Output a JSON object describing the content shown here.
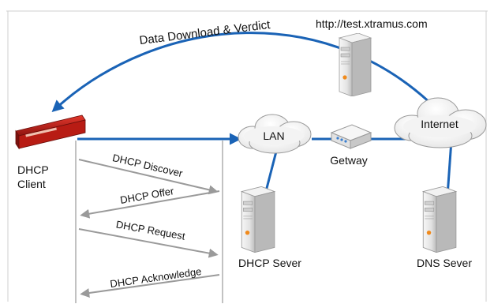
{
  "labels": {
    "url": "http://test.xtramus.com",
    "download": "Data Download & Verdict",
    "client_line1": "DHCP",
    "client_line2": "Client",
    "lan": "LAN",
    "internet": "Internet",
    "gateway": "Getway",
    "dhcp_server": "DHCP Sever",
    "dns_server": "DNS Sever"
  },
  "messages": [
    {
      "text": "DHCP Discover",
      "direction": "right"
    },
    {
      "text": "DHCP Offer",
      "direction": "left"
    },
    {
      "text": "DHCP Request",
      "direction": "right"
    },
    {
      "text": "DHCP Acknowledge",
      "direction": "left"
    }
  ],
  "colors": {
    "link": "#1a63b6",
    "message_arrow": "#9a9a9a",
    "device": "#c01d14",
    "server": "#e6e6e6",
    "server_led": "#f08a1c",
    "cloud": "#f4f4f4"
  },
  "icons": [
    "client-device-icon",
    "server-icon",
    "cloud-icon",
    "gateway-router-icon"
  ]
}
